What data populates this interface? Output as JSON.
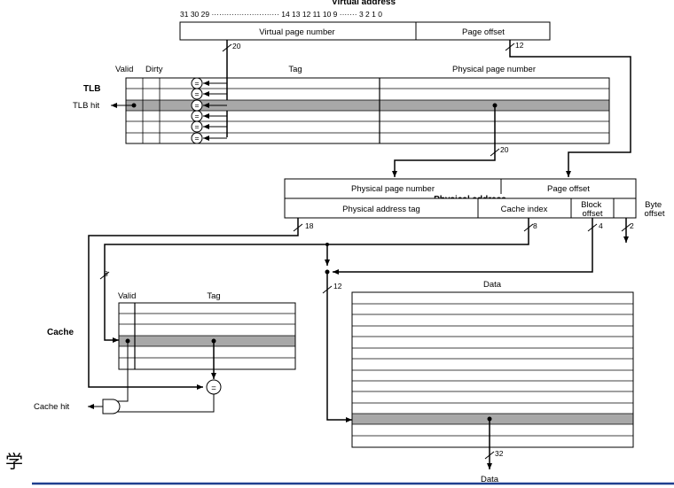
{
  "virtual_address": {
    "title": "Virtual address",
    "bit_labels": "31  30  29 ··························· 14  13  12  11  10  9 ······· 3  2  1  0",
    "page_number_label": "Virtual page number",
    "page_offset_label": "Page offset",
    "page_number_width": "20",
    "page_offset_width": "12"
  },
  "tlb": {
    "title": "TLB",
    "hit_label": "TLB hit",
    "col_valid": "Valid",
    "col_dirty": "Dirty",
    "col_tag": "Tag",
    "col_ppn": "Physical page number",
    "comparator_symbol": "=",
    "ppn_width": "20"
  },
  "physical_address": {
    "title": "Physical address",
    "page_number_label": "Physical page number",
    "page_offset_label": "Page offset",
    "tag_label": "Physical address tag",
    "cache_index_label": "Cache index",
    "block_offset_label": "Block offset",
    "byte_offset_label": "Byte offset",
    "tag_width": "18",
    "index_width": "8",
    "block_offset_width": "4",
    "byte_offset_width": "2"
  },
  "cache": {
    "title": "Cache",
    "hit_label": "Cache hit",
    "col_valid": "Valid",
    "col_tag": "Tag",
    "col_data": "Data",
    "comparator_symbol": "=",
    "index_width": "8",
    "mux_width": "12",
    "data_out_width": "32",
    "data_out_label": "Data"
  },
  "colors": {
    "selected_row": "#a8a8a8",
    "line": "#000000"
  }
}
